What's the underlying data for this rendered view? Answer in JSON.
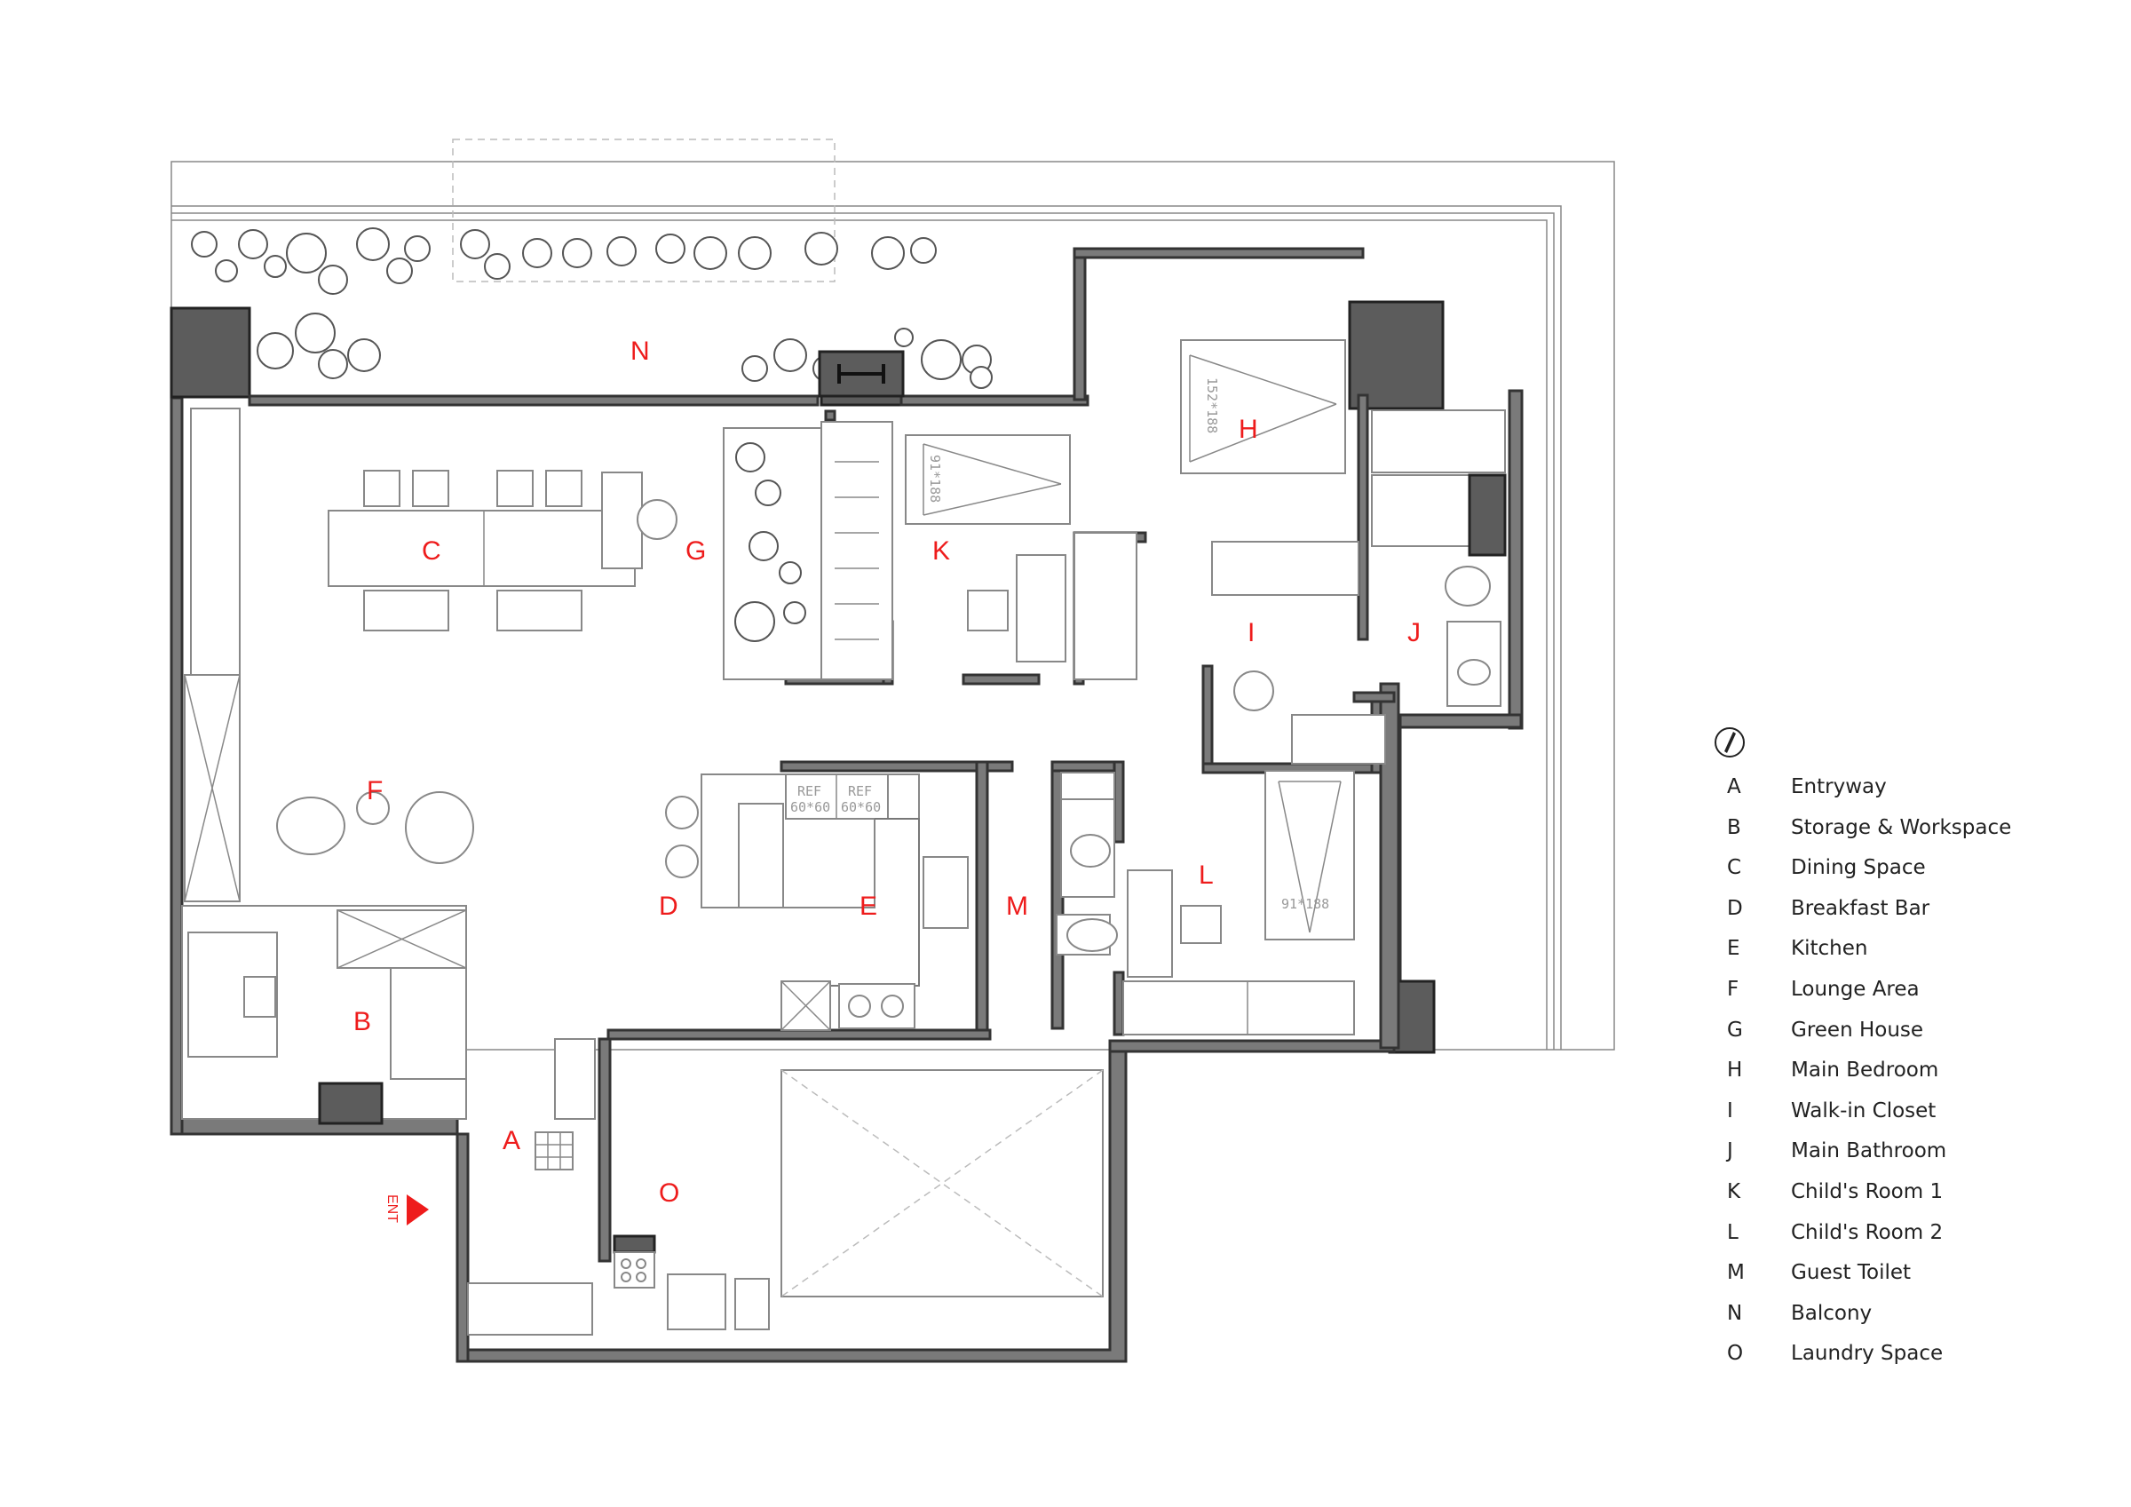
{
  "rooms": [
    {
      "key": "A",
      "name": "Entryway"
    },
    {
      "key": "B",
      "name": "Storage & Workspace"
    },
    {
      "key": "C",
      "name": "Dining Space"
    },
    {
      "key": "D",
      "name": "Breakfast Bar"
    },
    {
      "key": "E",
      "name": "Kitchen"
    },
    {
      "key": "F",
      "name": "Lounge Area"
    },
    {
      "key": "G",
      "name": "Green House"
    },
    {
      "key": "H",
      "name": "Main Bedroom"
    },
    {
      "key": "I",
      "name": "Walk-in Closet"
    },
    {
      "key": "J",
      "name": "Main Bathroom"
    },
    {
      "key": "K",
      "name": "Child's Room 1"
    },
    {
      "key": "L",
      "name": "Child's Room 2"
    },
    {
      "key": "M",
      "name": "Guest Toilet"
    },
    {
      "key": "N",
      "name": "Balcony"
    },
    {
      "key": "O",
      "name": "Laundry Space"
    }
  ],
  "plan_labels": {
    "A": "A",
    "B": "B",
    "C": "C",
    "D": "D",
    "E": "E",
    "F": "F",
    "G": "G",
    "H": "H",
    "I": "I",
    "J": "J",
    "K": "K",
    "L": "L",
    "M": "M",
    "N": "N",
    "O": "O"
  },
  "entry_marker": "ENT",
  "bed_sizes": {
    "main_bedroom": "152*188",
    "child_room_1": "91*188",
    "child_room_2": "91*188"
  },
  "fridge_labels": {
    "ref1": "REF",
    "ref1_size": "60*60",
    "ref2": "REF",
    "ref2_size": "60*60"
  },
  "colors": {
    "room_label": "#ee1c1c",
    "wall": "#7a7a7a",
    "line": "#888888"
  },
  "icons": {
    "north": "north-arrow-icon",
    "entry": "entry-arrow-icon"
  }
}
